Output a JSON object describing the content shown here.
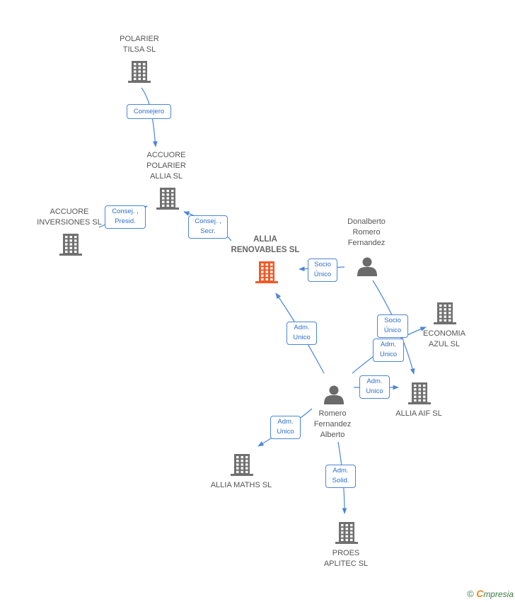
{
  "colors": {
    "edge": "#4a86d8",
    "company_icon": "#707070",
    "main_company_icon": "#f05a28",
    "person_icon": "#6a6a6a"
  },
  "nodes": [
    {
      "id": "polarier",
      "type": "company",
      "label": "POLARIER\nTILSA SL"
    },
    {
      "id": "accuore_polarier",
      "type": "company",
      "label": "ACCUORE\nPOLARIER\nALLIA  SL"
    },
    {
      "id": "accuore_inversiones",
      "type": "company",
      "label": "ACCUORE\nINVERSIONES SL"
    },
    {
      "id": "allia_renovables",
      "type": "company_main",
      "label": "ALLIA\nRENOVABLES SL"
    },
    {
      "id": "donalberto",
      "type": "person",
      "label": "Donalberto\nRomero\nFernandez"
    },
    {
      "id": "economia_azul",
      "type": "company",
      "label": "ECONOMIA\nAZUL SL"
    },
    {
      "id": "allia_aif",
      "type": "company",
      "label": "ALLIA AIF SL"
    },
    {
      "id": "romero_alberto",
      "type": "person",
      "label": "Romero\nFernandez\nAlberto"
    },
    {
      "id": "allia_maths",
      "type": "company",
      "label": "ALLIA MATHS SL"
    },
    {
      "id": "proes",
      "type": "company",
      "label": "PROES\nAPLITEC SL"
    }
  ],
  "edges": [
    {
      "id": "e1",
      "label": "Consejero"
    },
    {
      "id": "e2",
      "label": "Consej. ,\nPresid."
    },
    {
      "id": "e3",
      "label": "Consej. ,\nSecr."
    },
    {
      "id": "e4",
      "label": "Socio\nÚnico"
    },
    {
      "id": "e5",
      "label": "Socio\nÚnico"
    },
    {
      "id": "e6",
      "label": "Adm.\nUnico"
    },
    {
      "id": "e7",
      "label": "Adm.\nUnico"
    },
    {
      "id": "e8",
      "label": "Adm.\nUnico"
    },
    {
      "id": "e9",
      "label": "Adm.\nUnico"
    },
    {
      "id": "e10",
      "label": "Adm.\nSolid."
    }
  ],
  "brand": {
    "copyright": "©",
    "e": "C",
    "rest": "mpresia"
  }
}
